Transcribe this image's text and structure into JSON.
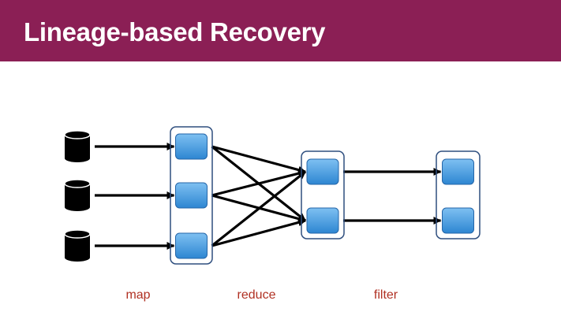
{
  "slide": {
    "title": "Lineage-based Recovery"
  },
  "stages": [
    {
      "id": "map",
      "label": "map"
    },
    {
      "id": "reduce",
      "label": "reduce"
    },
    {
      "id": "filter",
      "label": "filter"
    }
  ],
  "diagram": {
    "input_sources": 3,
    "groups": [
      {
        "name": "map",
        "partitions": 3
      },
      {
        "name": "reduce",
        "partitions": 2
      },
      {
        "name": "filter",
        "partitions": 2
      }
    ],
    "edges": [
      {
        "from": "source-1",
        "to": "map-1"
      },
      {
        "from": "source-2",
        "to": "map-2"
      },
      {
        "from": "source-3",
        "to": "map-3"
      },
      {
        "from": "map-1",
        "to": "reduce-1"
      },
      {
        "from": "map-1",
        "to": "reduce-2"
      },
      {
        "from": "map-2",
        "to": "reduce-1"
      },
      {
        "from": "map-2",
        "to": "reduce-2"
      },
      {
        "from": "map-3",
        "to": "reduce-1"
      },
      {
        "from": "map-3",
        "to": "reduce-2"
      },
      {
        "from": "reduce-1",
        "to": "filter-1"
      },
      {
        "from": "reduce-2",
        "to": "filter-2"
      }
    ]
  },
  "colors": {
    "title_bar": "#8b1f55",
    "title_text": "#ffffff",
    "stage_label": "#b03022",
    "group_border": "#2f4f7f",
    "partition_top": "#7ec0f2",
    "partition_bottom": "#2d86d2",
    "partition_border": "#2566a8",
    "arrow": "#000000",
    "source": "#000000"
  }
}
